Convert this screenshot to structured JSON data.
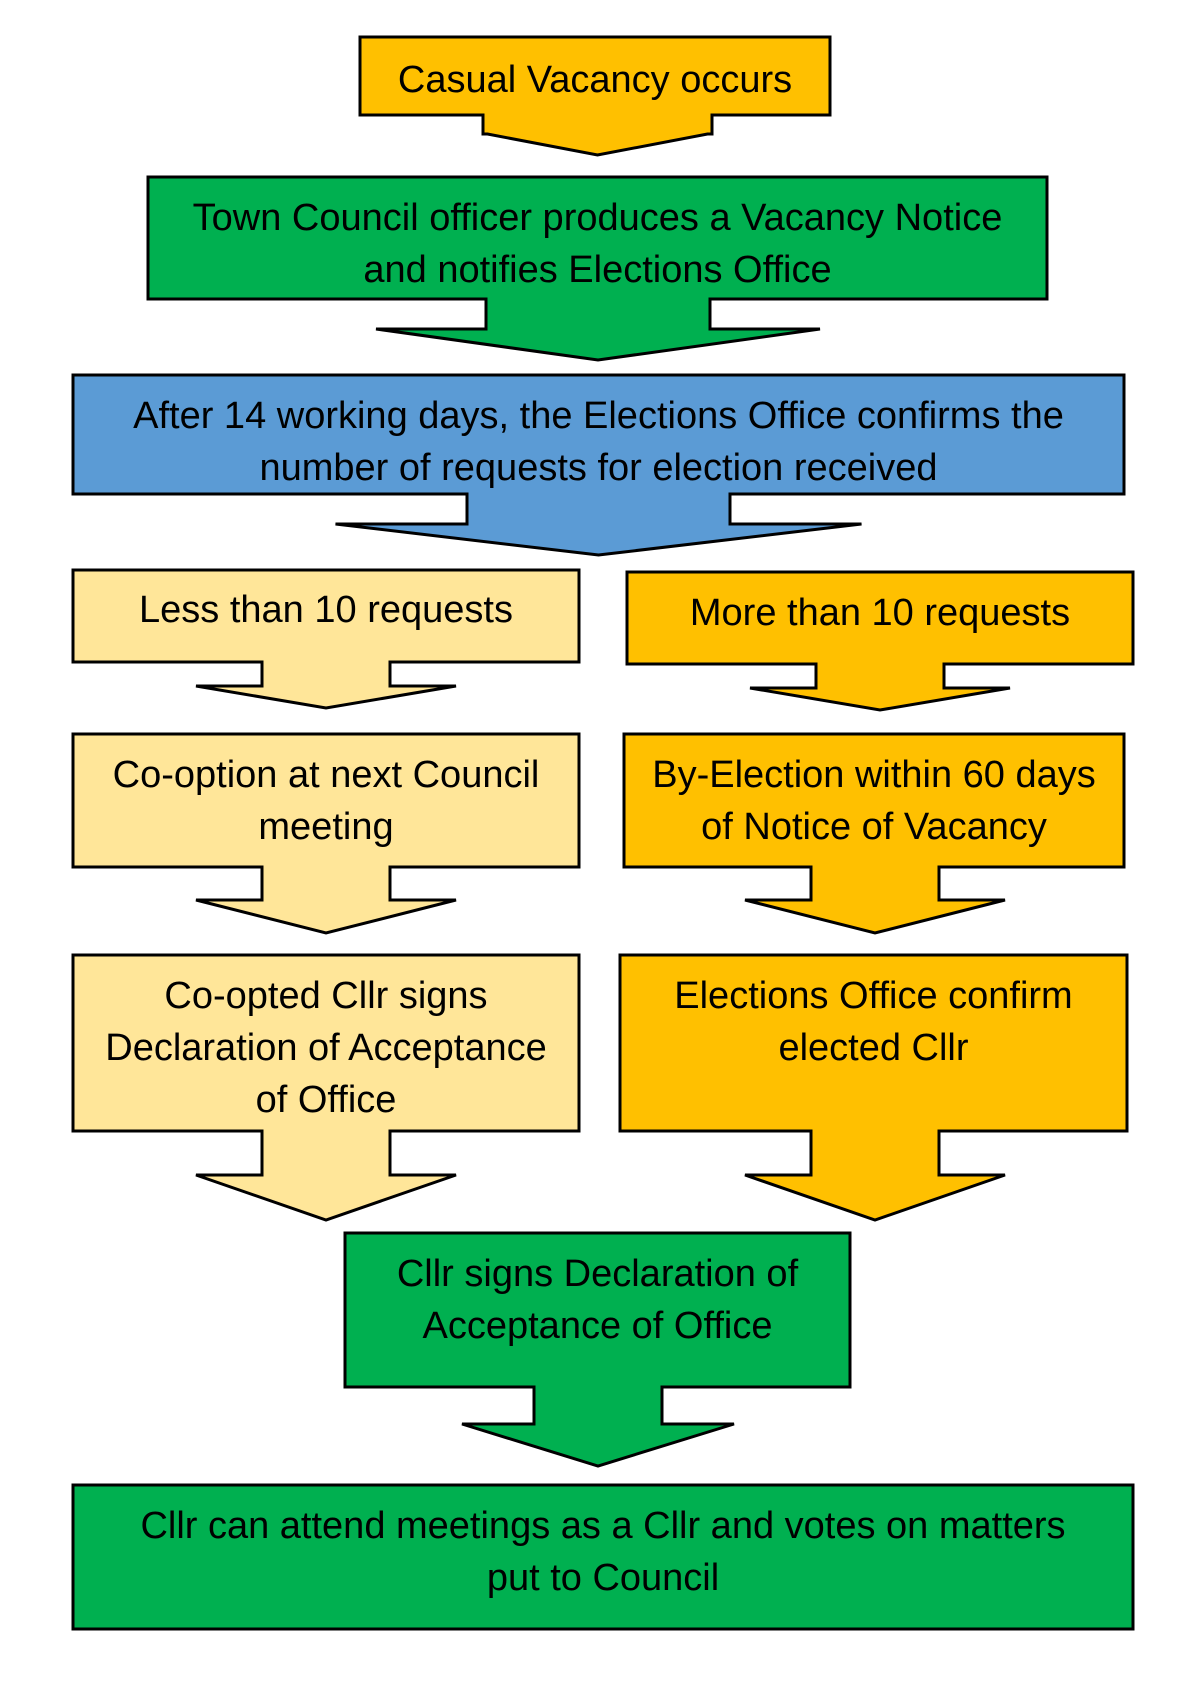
{
  "colors": {
    "orange": "#FFC000",
    "green": "#00B050",
    "blue": "#5B9BD5",
    "light_yellow": "#FFE699",
    "outline": "#000000"
  },
  "flowchart": {
    "steps": [
      {
        "id": "casual-vacancy",
        "color": "orange",
        "lines": [
          "Casual Vacancy occurs"
        ]
      },
      {
        "id": "vacancy-notice",
        "color": "green",
        "lines": [
          "Town Council officer produces a Vacancy Notice",
          "and notifies Elections Office"
        ]
      },
      {
        "id": "requests-confirmed",
        "color": "blue",
        "lines": [
          "After 14 working days, the Elections Office confirms the",
          "number of requests for election received"
        ]
      },
      {
        "id": "less-than-10",
        "color": "light_yellow",
        "lines": [
          "Less than 10 requests"
        ]
      },
      {
        "id": "more-than-10",
        "color": "orange",
        "lines": [
          "More than 10 requests"
        ]
      },
      {
        "id": "co-option",
        "color": "light_yellow",
        "lines": [
          "Co-option at next Council",
          "meeting"
        ]
      },
      {
        "id": "by-election",
        "color": "orange",
        "lines": [
          "By-Election within 60 days",
          "of Notice of Vacancy"
        ]
      },
      {
        "id": "co-opted-signs",
        "color": "light_yellow",
        "lines": [
          "Co-opted Cllr signs",
          "Declaration of Acceptance",
          "of Office"
        ]
      },
      {
        "id": "elected-confirmed",
        "color": "orange",
        "lines": [
          "Elections Office confirm",
          "elected Cllr"
        ]
      },
      {
        "id": "cllr-signs",
        "color": "green",
        "lines": [
          "Cllr signs Declaration of",
          "Acceptance of Office"
        ]
      },
      {
        "id": "cllr-attends",
        "color": "green",
        "lines": [
          "Cllr can attend meetings as a Cllr and votes on matters",
          "put to Council"
        ]
      }
    ]
  }
}
